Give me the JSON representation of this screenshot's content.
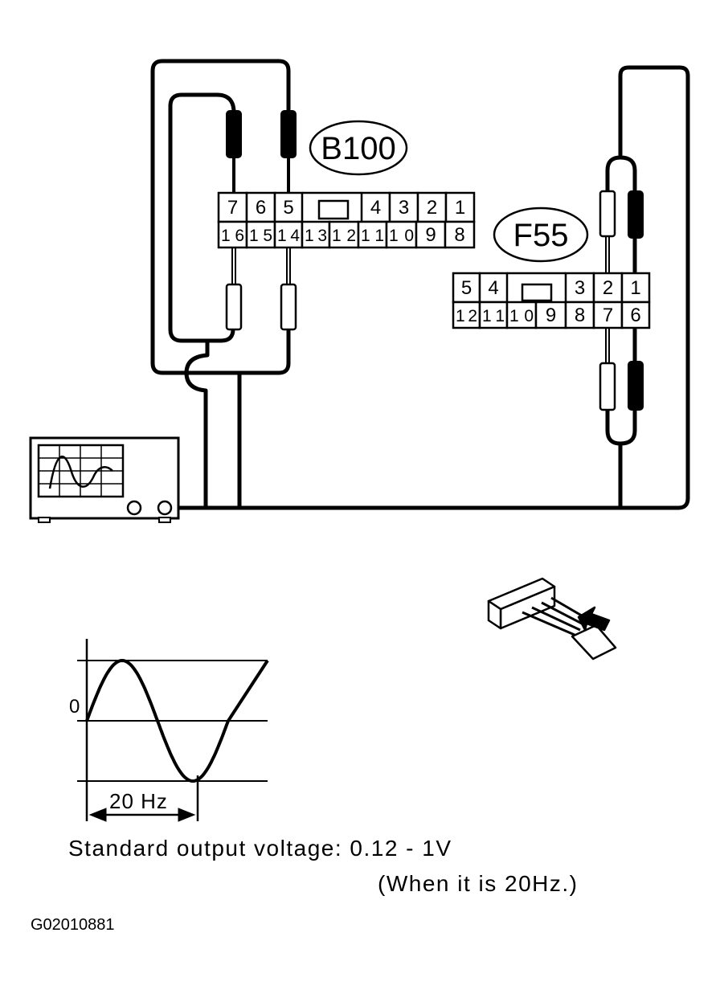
{
  "connectors": {
    "b100": {
      "label": "B100",
      "top_pins": [
        "7",
        "6",
        "5",
        "4",
        "3",
        "2",
        "1"
      ],
      "bottom_pins": [
        "16",
        "15",
        "14",
        "13",
        "12",
        "11",
        "10",
        "9",
        "8"
      ]
    },
    "f55": {
      "label": "F55",
      "top_pins": [
        "5",
        "4",
        "3",
        "2",
        "1"
      ],
      "bottom_pins": [
        "12",
        "11",
        "10",
        "9",
        "8",
        "7",
        "6"
      ]
    }
  },
  "waveform": {
    "zero_label": "0",
    "frequency_label": "20 Hz"
  },
  "spec": {
    "line1": "Standard output voltage: 0.12 - 1V",
    "line2": "(When it is 20Hz.)"
  },
  "figure_code": "G02010881"
}
